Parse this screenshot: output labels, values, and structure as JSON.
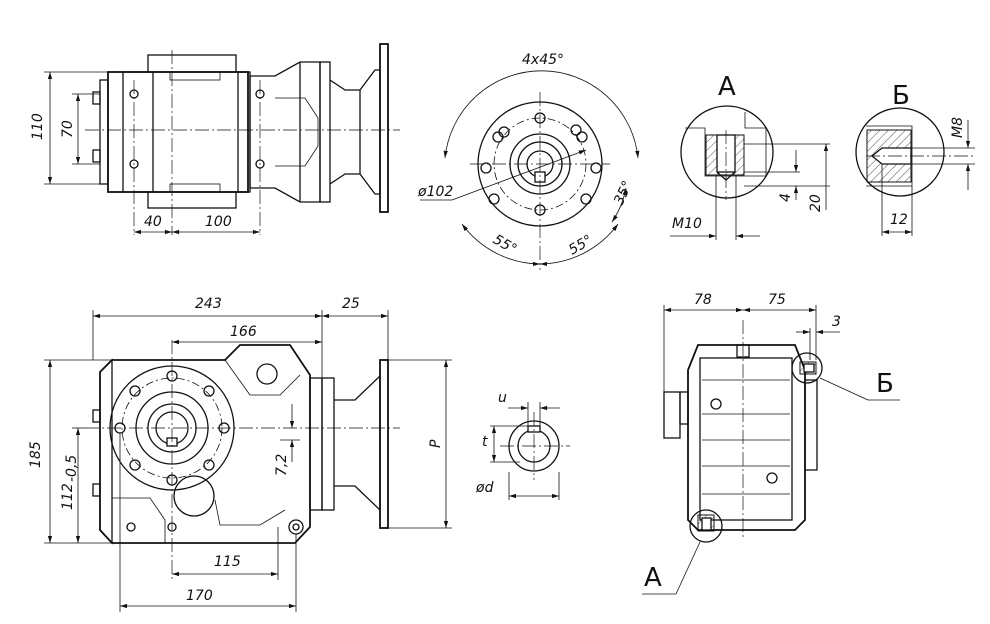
{
  "top_view": {
    "dim_110": "110",
    "dim_70": "70",
    "dim_40": "40",
    "dim_100": "100"
  },
  "flange_view": {
    "chamfer": "4x45°",
    "dia_102": "ø102",
    "angle_55_left": "55°",
    "angle_55_right": "55°",
    "angle_35": "35°"
  },
  "detail_a": {
    "label": "А",
    "thread": "M10",
    "depth_4": "4",
    "depth_20": "20"
  },
  "detail_b": {
    "label": "Б",
    "thread": "M8",
    "depth_12": "12"
  },
  "front_view": {
    "dim_243": "243",
    "dim_166": "166",
    "dim_25": "25",
    "dim_185": "185",
    "dim_112": "112",
    "dim_112_tol": "-0,5",
    "dim_7_2": "7,2",
    "dim_115": "115",
    "dim_170": "170",
    "dim_p": "P"
  },
  "shaft_section": {
    "u": "u",
    "t": "t",
    "d": "ød"
  },
  "side_view": {
    "dim_78": "78",
    "dim_75": "75",
    "dim_3": "3",
    "callout_b": "Б",
    "callout_a": "А"
  }
}
